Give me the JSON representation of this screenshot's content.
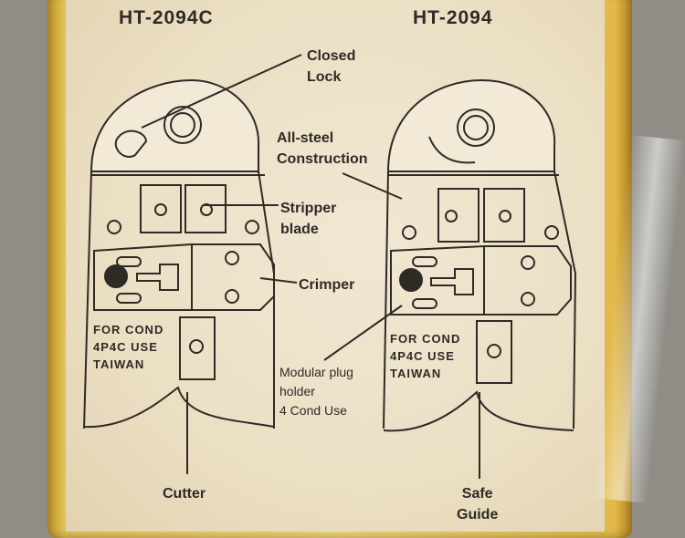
{
  "left_tool": {
    "model": "HT-2094C",
    "marking": [
      "FOR COND",
      "4P4C USE",
      "TAIWAN"
    ]
  },
  "right_tool": {
    "model": "HT-2094",
    "marking": [
      "FOR COND",
      "4P4C USE",
      "TAIWAN"
    ]
  },
  "callouts": {
    "closed_lock": [
      "Closed",
      "Lock"
    ],
    "construction": [
      "All-steel",
      "Construction"
    ],
    "stripper_blade": [
      "Stripper",
      "blade"
    ],
    "crimper": "Crimper",
    "plug_holder": [
      "Modular plug",
      "holder",
      "4 Cond Use"
    ],
    "cutter": "Cutter",
    "safe_guide": [
      "Safe",
      "Guide"
    ]
  },
  "colors": {
    "ink": "#2f2a26",
    "card": "#efe6d0",
    "frame": "#e8c65e"
  }
}
